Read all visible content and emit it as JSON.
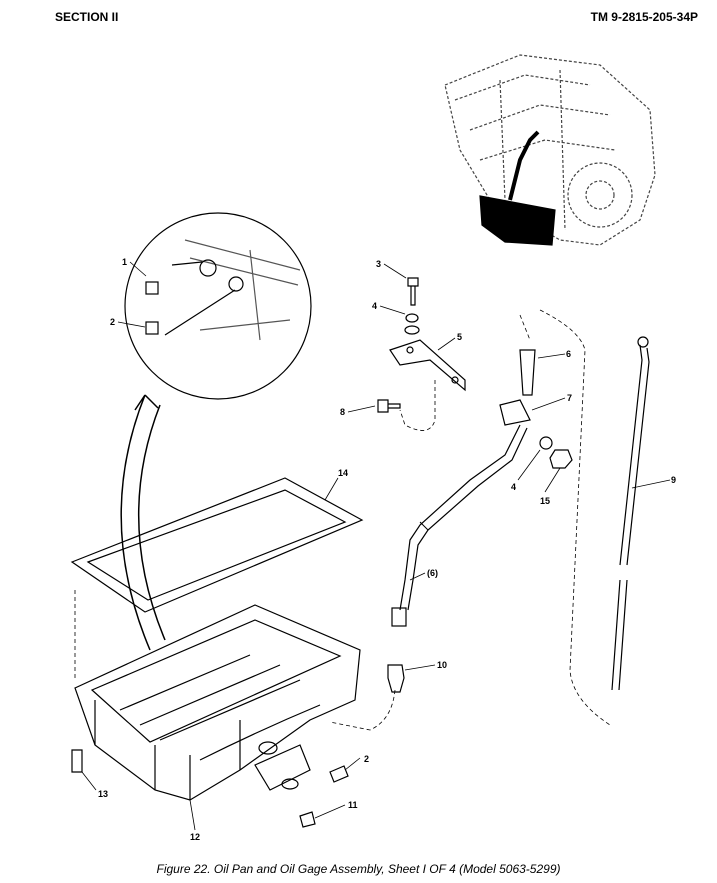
{
  "header": {
    "section": "SECTION II",
    "tm_number": "TM 9-2815-205-34P"
  },
  "callouts": {
    "c1": "1",
    "c2a": "2",
    "c2b": "2",
    "c3": "3",
    "c4a": "4",
    "c4b": "4",
    "c5": "5",
    "c6": "6",
    "c6p": "(6)",
    "c7": "7",
    "c8": "8",
    "c9": "9",
    "c10": "10",
    "c11": "11",
    "c12": "12",
    "c13": "13",
    "c14": "14",
    "c15": "15"
  },
  "caption": "Figure 22.  Oil Pan and Oil Gage Assembly,  Sheet I OF 4 (Model 5063-5299)"
}
